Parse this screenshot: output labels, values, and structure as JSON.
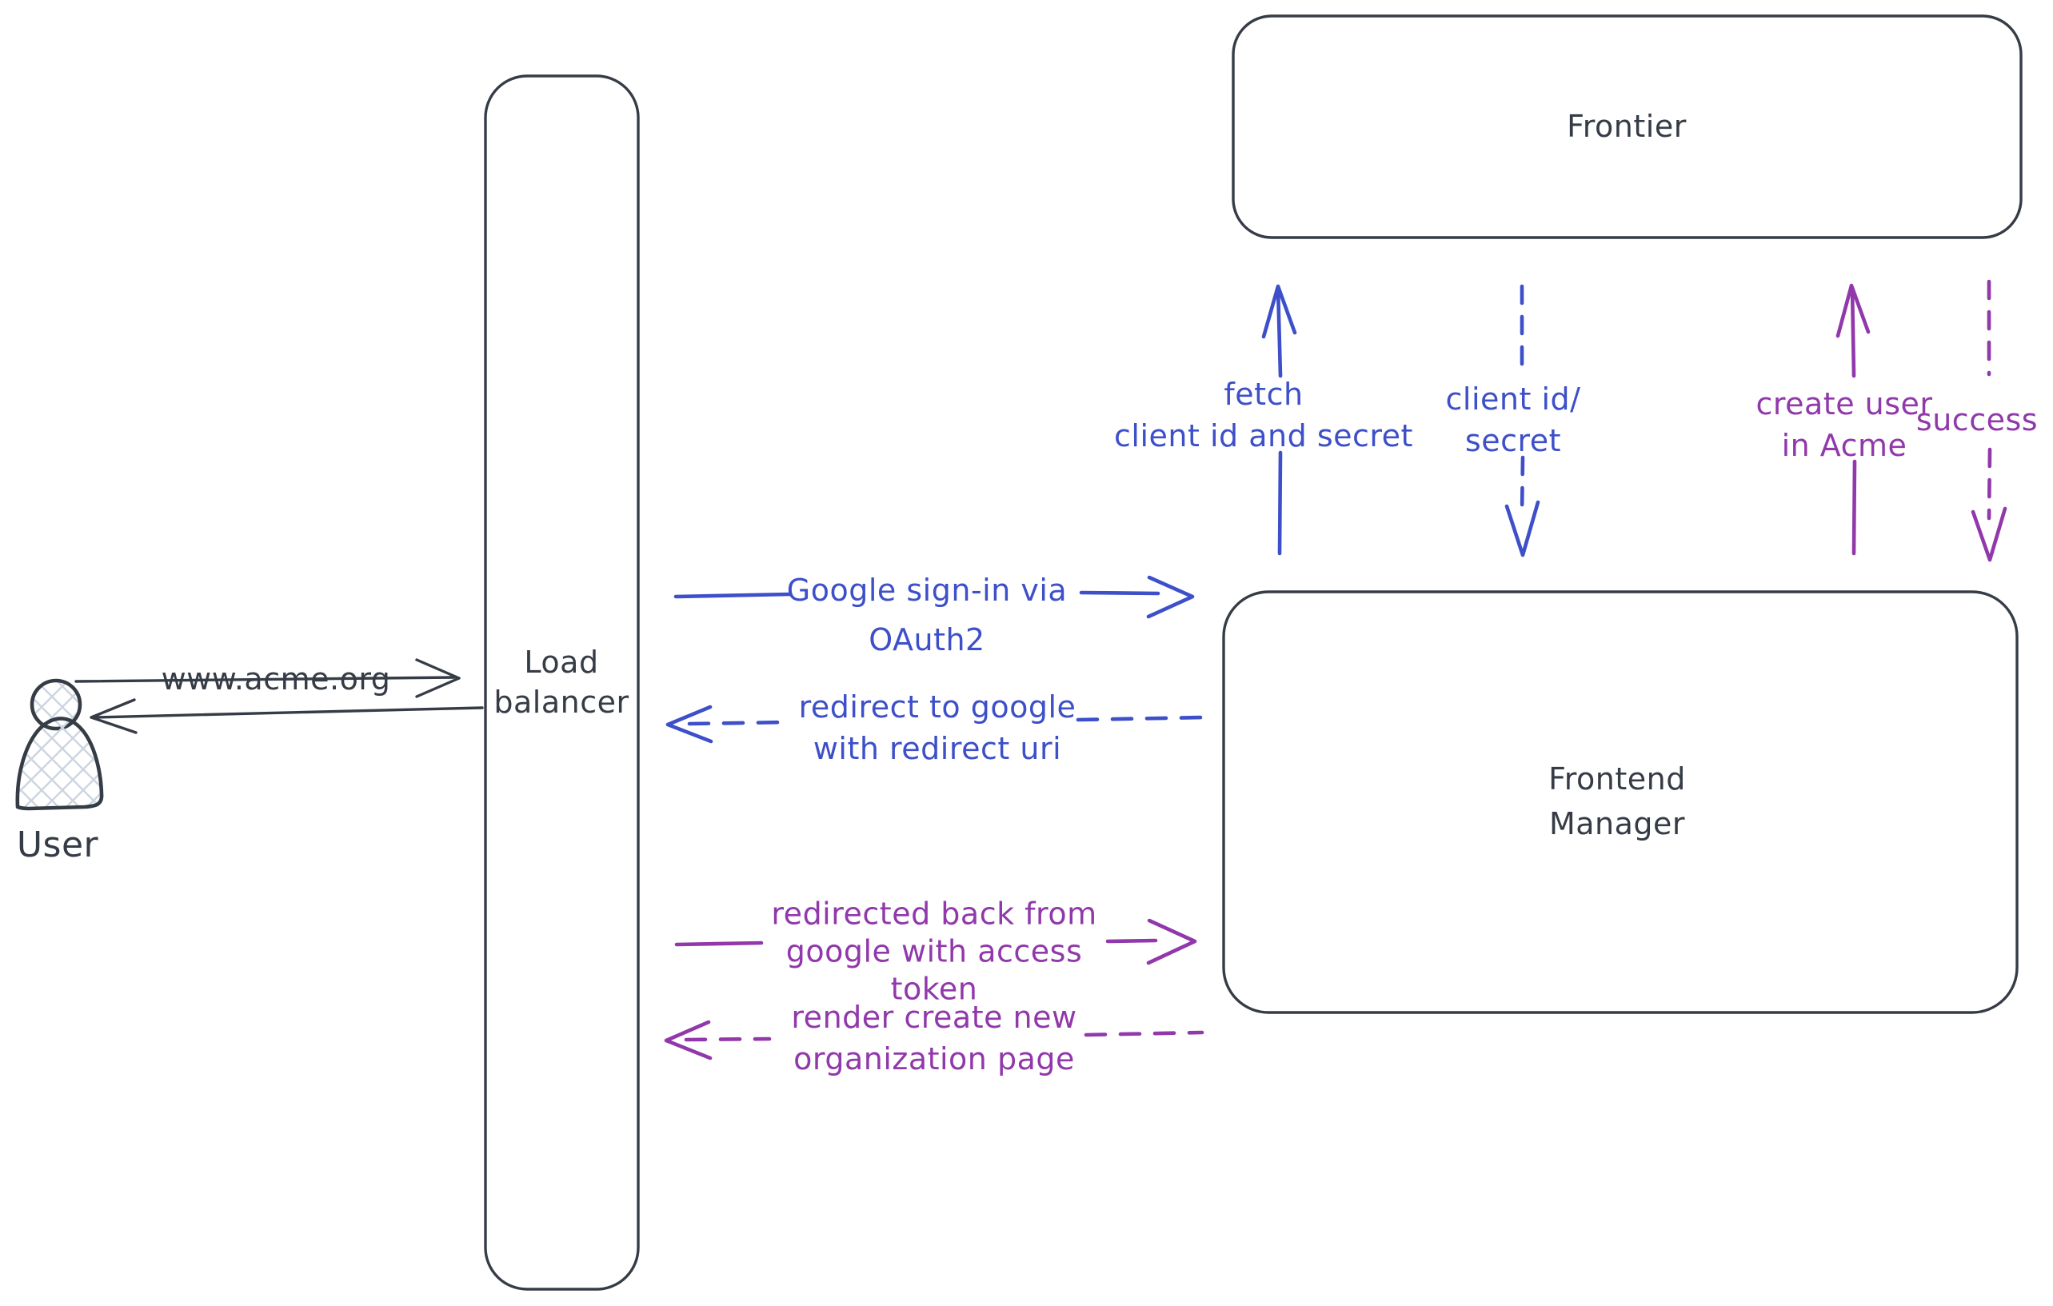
{
  "palette": {
    "background": "#ffffff",
    "ink": "#363c46",
    "blue": "#3d4fc9",
    "purple": "#9138ab",
    "hatch": "#ccd5e0"
  },
  "diagram": {
    "nodes": {
      "user": {
        "label": "User",
        "type": "actor"
      },
      "load_balancer": {
        "label": "Load\nbalancer",
        "type": "box"
      },
      "frontier": {
        "label": "Frontier",
        "type": "box"
      },
      "frontend_manager": {
        "label": "Frontend\nManager",
        "type": "box"
      }
    },
    "flows": {
      "www_request": {
        "label": "www.acme.org",
        "from": "User",
        "to": "Load balancer",
        "style": "solid",
        "color": "#363c46"
      },
      "www_response": {
        "label": "",
        "from": "Load balancer",
        "to": "User",
        "style": "solid",
        "color": "#363c46"
      },
      "google_signin": {
        "label": "Google sign-in via\nOAuth2",
        "from": "Load balancer",
        "to": "Frontend Manager",
        "style": "solid",
        "color": "#3d4fc9"
      },
      "redirect_google": {
        "label": "redirect to google\nwith redirect uri",
        "from": "Frontend Manager",
        "to": "Load balancer",
        "style": "dashed",
        "color": "#3d4fc9"
      },
      "redirected_back": {
        "label": "redirected back from\ngoogle with access\ntoken",
        "from": "Load balancer",
        "to": "Frontend Manager",
        "style": "solid",
        "color": "#9138ab"
      },
      "render_org_page": {
        "label": "render create new\norganization page",
        "from": "Frontend Manager",
        "to": "Load balancer",
        "style": "dashed",
        "color": "#9138ab"
      },
      "fetch_client_id": {
        "label": "fetch\nclient id and secret",
        "from": "Frontend Manager",
        "to": "Frontier",
        "style": "solid",
        "color": "#3d4fc9"
      },
      "client_id_secret": {
        "label": "client id/\nsecret",
        "from": "Frontier",
        "to": "Frontend Manager",
        "style": "dashed",
        "color": "#3d4fc9"
      },
      "create_user": {
        "label": "create user\nin Acme",
        "from": "Frontend Manager",
        "to": "Frontier",
        "style": "solid",
        "color": "#9138ab"
      },
      "success": {
        "label": "success",
        "from": "Frontier",
        "to": "Frontend Manager",
        "style": "dashed",
        "color": "#9138ab"
      }
    }
  }
}
